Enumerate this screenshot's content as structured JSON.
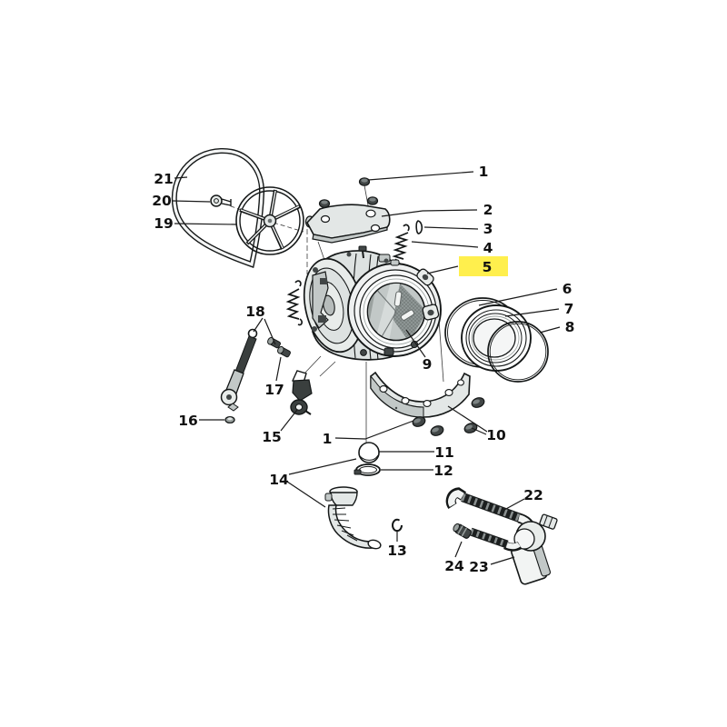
{
  "figure": {
    "kind": "exploded parts diagram",
    "subject": "washing machine tub / drum assembly"
  },
  "colors": {
    "highlight": "#ffef4d",
    "line": "#151818",
    "part_fill": "#e3e7e6",
    "part_fill_dark": "#cfd4d3",
    "dark_fill": "#414646",
    "drum_fill": "#aab1b0"
  },
  "highlight": {
    "part": "5",
    "color": "#ffef4d"
  },
  "callouts": [
    {
      "part": "1",
      "text": "1",
      "instance": "top",
      "highlighted": false
    },
    {
      "part": "2",
      "text": "2",
      "highlighted": false
    },
    {
      "part": "3",
      "text": "3",
      "highlighted": false
    },
    {
      "part": "4",
      "text": "4",
      "highlighted": false
    },
    {
      "part": "5",
      "text": "5",
      "highlighted": true
    },
    {
      "part": "6",
      "text": "6",
      "highlighted": false
    },
    {
      "part": "7",
      "text": "7",
      "highlighted": false
    },
    {
      "part": "8",
      "text": "8",
      "highlighted": false
    },
    {
      "part": "9",
      "text": "9",
      "highlighted": false
    },
    {
      "part": "10",
      "text": "10",
      "highlighted": false
    },
    {
      "part": "11",
      "text": "11",
      "highlighted": false
    },
    {
      "part": "12",
      "text": "12",
      "highlighted": false
    },
    {
      "part": "13",
      "text": "13",
      "highlighted": false
    },
    {
      "part": "14",
      "text": "14",
      "highlighted": false
    },
    {
      "part": "15",
      "text": "15",
      "highlighted": false
    },
    {
      "part": "16",
      "text": "16",
      "highlighted": false
    },
    {
      "part": "17",
      "text": "17",
      "highlighted": false
    },
    {
      "part": "18",
      "text": "18",
      "highlighted": false
    },
    {
      "part": "19",
      "text": "19",
      "highlighted": false
    },
    {
      "part": "20",
      "text": "20",
      "highlighted": false
    },
    {
      "part": "21",
      "text": "21",
      "highlighted": false
    },
    {
      "part": "22",
      "text": "22",
      "highlighted": false
    },
    {
      "part": "23",
      "text": "23",
      "highlighted": false
    },
    {
      "part": "24",
      "text": "24",
      "highlighted": false
    },
    {
      "part": "1",
      "text": "1",
      "instance": "bottom",
      "highlighted": false
    }
  ]
}
